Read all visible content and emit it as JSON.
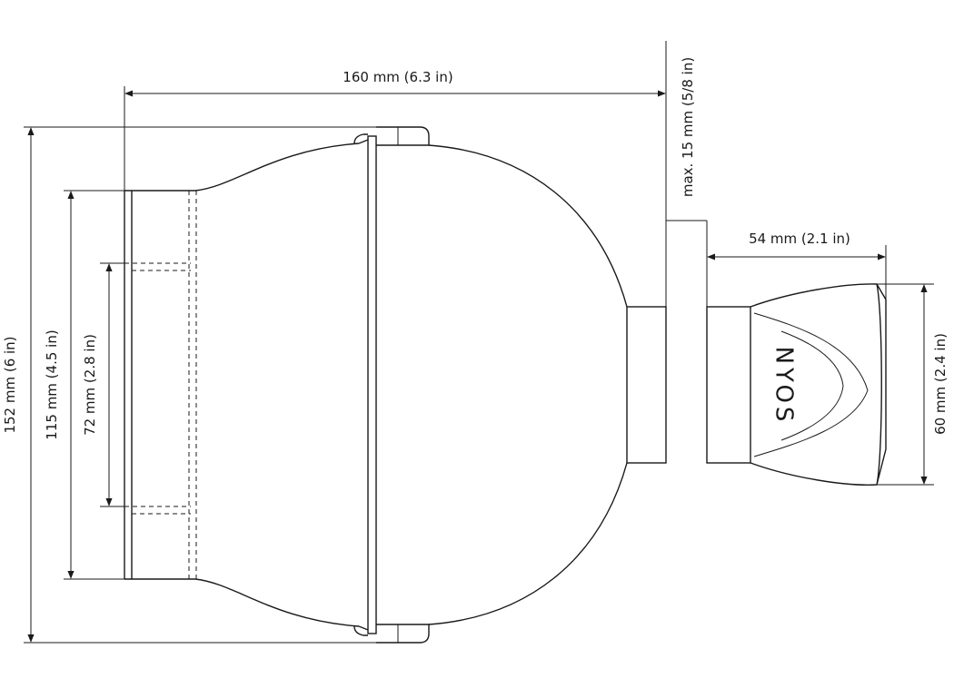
{
  "dimensions": {
    "overall_width": "160 mm (6.3 in)",
    "overall_height": "152 mm (6 in)",
    "base_height": "115 mm (4.5 in)",
    "inner_height": "72 mm (2.8 in)",
    "wall_gap": "max. 15 mm (5/8 in)",
    "handle_width": "54 mm (2.1 in)",
    "handle_height": "60 mm (2.4 in)"
  },
  "brand_mark": "NYOS",
  "colors": {
    "stroke": "#1a1a1a",
    "background": "#ffffff"
  }
}
